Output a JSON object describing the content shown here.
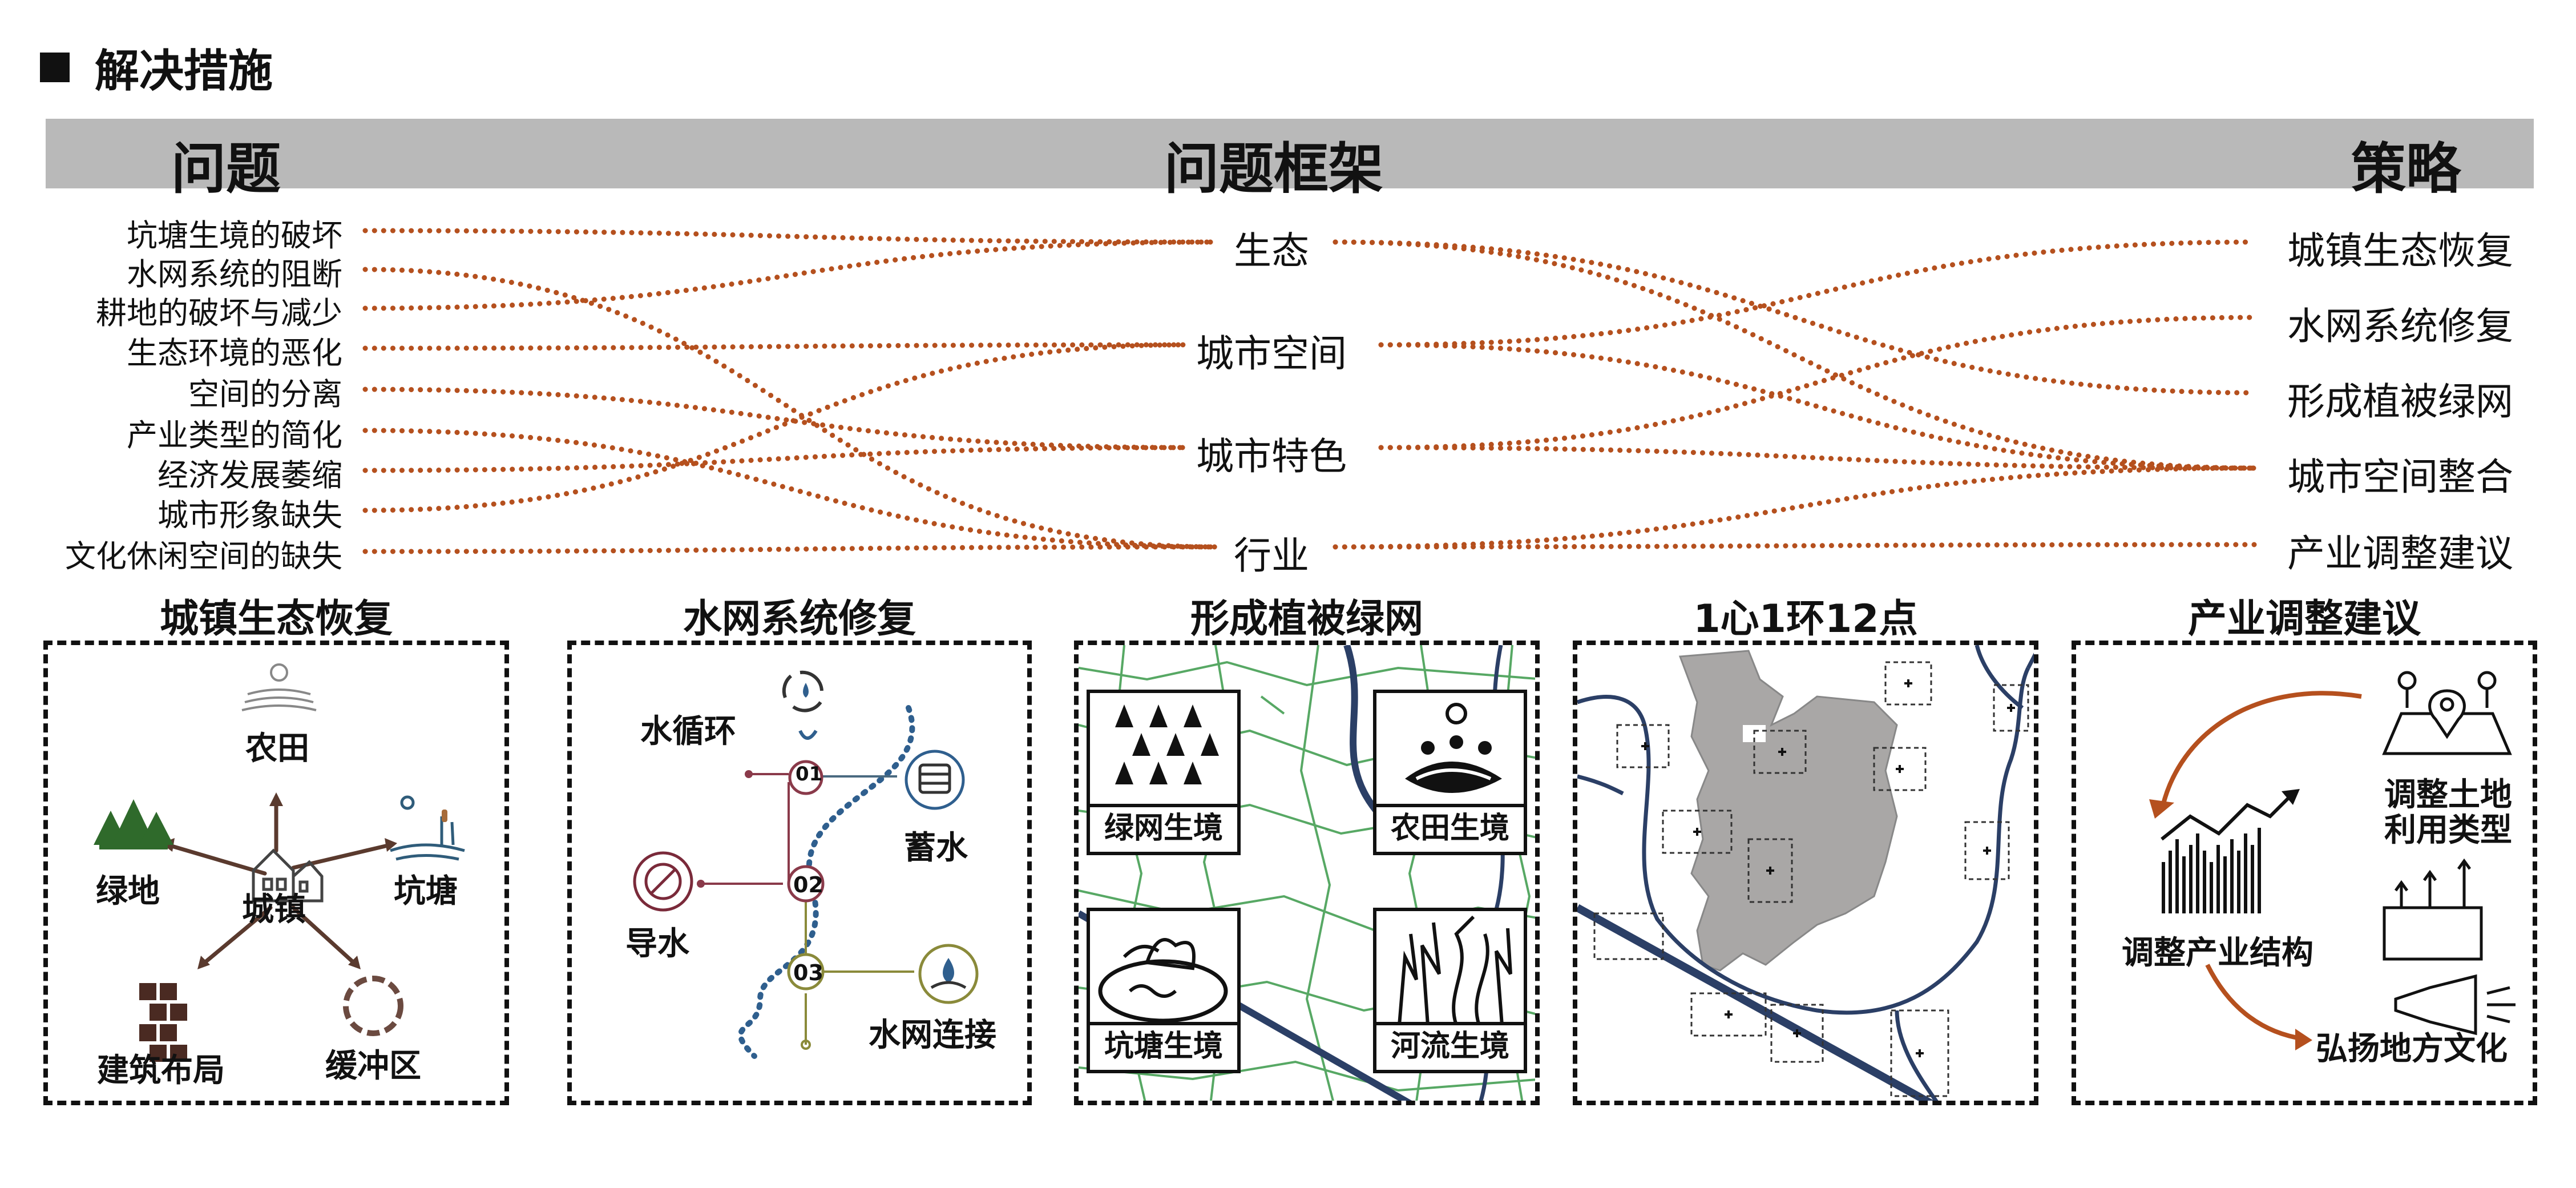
{
  "heading": "解决措施",
  "band": {
    "left": "问题",
    "center": "问题框架",
    "right": "策略"
  },
  "problems": [
    "坑塘生境的破坏",
    "水网系统的阻断",
    "耕地的破坏与减少",
    "生态环境的恶化",
    "空间的分离",
    "产业类型的简化",
    "经济发展萎缩",
    "城市形象缺失",
    "文化休闲空间的缺失"
  ],
  "frameworks": [
    "生态",
    "城市空间",
    "城市特色",
    "行业"
  ],
  "strategies": [
    "城镇生态恢复",
    "水网系统修复",
    "形成植被绿网",
    "城市空间整合",
    "产业调整建议"
  ],
  "link_color": "#b5501e",
  "links_left": [
    [
      0,
      0
    ],
    [
      1,
      3
    ],
    [
      2,
      0
    ],
    [
      3,
      1
    ],
    [
      4,
      2
    ],
    [
      5,
      3
    ],
    [
      6,
      2
    ],
    [
      7,
      1
    ],
    [
      8,
      3
    ]
  ],
  "links_right": [
    [
      0,
      2
    ],
    [
      0,
      3
    ],
    [
      1,
      0
    ],
    [
      1,
      3
    ],
    [
      2,
      1
    ],
    [
      2,
      3
    ],
    [
      3,
      4
    ],
    [
      3,
      3
    ]
  ],
  "panels": {
    "p1": {
      "title": "城镇生态恢复",
      "center": "城镇",
      "farm": "农田",
      "green": "绿地",
      "pond": "坑塘",
      "build": "建筑布局",
      "buffer": "缓冲区"
    },
    "p2": {
      "title": "水网系统修复",
      "cycle": "水循环",
      "store": "蓄水",
      "guide": "导水",
      "connect": "水网连接",
      "n1": "01",
      "n2": "02",
      "n3": "03"
    },
    "p3": {
      "title": "形成植被绿网",
      "t1": "绿网生境",
      "t2": "农田生境",
      "t3": "坑塘生境",
      "t4": "河流生境"
    },
    "p4": {
      "title": "1心1环12点"
    },
    "p5": {
      "title": "产业调整建议",
      "land": "调整土地\n利用类型",
      "struct": "调整产业结构",
      "culture": "弘扬地方文化"
    }
  }
}
